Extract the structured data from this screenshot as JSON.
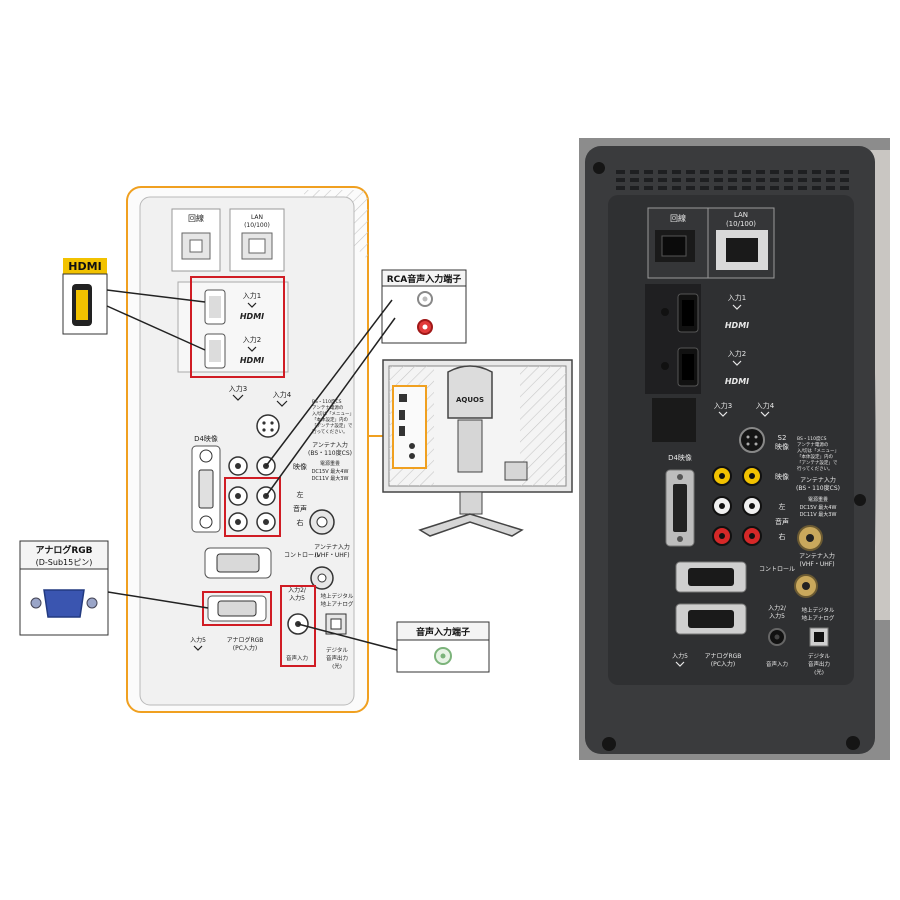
{
  "callouts": {
    "hdmi": "HDMI",
    "rca_audio": "RCA音声入力端子",
    "analog_rgb_line1": "アナログRGB",
    "analog_rgb_line2": "(D-Sub15ピン)",
    "audio_input": "音声入力端子"
  },
  "diagram": {
    "line_port": "回線",
    "lan_port_line1": "LAN",
    "lan_port_line2": "(10/100)",
    "hdmi1_label": "入力1",
    "hdmi2_label": "入力2",
    "hdmi_logo": "HDMI",
    "input3": "入力3",
    "input4": "入力4",
    "d4_label": "D4映像",
    "video_label": "映像",
    "left_label": "左",
    "audio_label": "音声",
    "right_label": "右",
    "antenna_note_lines": [
      "BS・110度CS",
      "アンテナ電源の",
      "入/切は「メニュー」",
      "「本体設定」内の",
      "「アンテナ設定」で",
      "行ってください。"
    ],
    "antenna_bs_line1": "アンテナ入力",
    "antenna_bs_line2": "(BS・110度CS)",
    "power_supply": "電源重畳",
    "power_line1": "DC15V  最大4W",
    "power_line2": "DC11V  最大3W",
    "control": "コントロール",
    "antenna_vhf_line1": "アンテナ入力",
    "antenna_vhf_line2": "(VHF・UHF)",
    "input2_5_line1": "入力2/",
    "input2_5_line2": "入力5",
    "terrestrial_line1": "地上デジタル",
    "terrestrial_line2": "地上アナログ",
    "input5": "入力5",
    "analog_rgb_pc_line1": "アナログRGB",
    "analog_rgb_pc_line2": "(PC入力)",
    "audio_in": "音声入力",
    "digital_out_line1": "デジタル",
    "digital_out_line2": "音声出力",
    "digital_out_line3": "(光)"
  },
  "tv": {
    "brand": "AQUOS"
  },
  "photo": {
    "line_port": "回線",
    "lan_port_line1": "LAN",
    "lan_port_line2": "(10/100)",
    "hdmi1_label": "入力1",
    "hdmi2_label": "入力2",
    "hdmi_logo": "HDMI",
    "input3": "入力3",
    "input4": "入力4",
    "s2_line1": "S2",
    "s2_line2": "映像",
    "d4_label": "D4映像",
    "video_label": "映像",
    "left_label": "左",
    "audio_label": "音声",
    "right_label": "右",
    "antenna_note_lines": [
      "BS・110度CS",
      "アンテナ電源の",
      "入/切は「メニュー」",
      "「本体設定」内の",
      "「アンテナ設定」で",
      "行ってください。"
    ],
    "antenna_bs_line1": "アンテナ入力",
    "antenna_bs_line2": "(BS・110度CS)",
    "power_supply": "電源重畳",
    "power_line1": "DC15V  最大4W",
    "power_line2": "DC11V  最大3W",
    "control": "コントロール",
    "antenna_vhf_line1": "アンテナ入力",
    "antenna_vhf_line2": "(VHF・UHF)",
    "input2_5_line1": "入力2/",
    "input2_5_line2": "入力5",
    "terrestrial_line1": "地上デジタル",
    "terrestrial_line2": "地上アナログ",
    "input5": "入力5",
    "analog_rgb_pc_line1": "アナログRGB",
    "analog_rgb_pc_line2": "(PC入力)",
    "audio_in": "音声入力",
    "digital_out_line1": "デジタル",
    "digital_out_line2": "音声出力",
    "digital_out_line3": "(光)"
  },
  "colors": {
    "callout_red": "#d01c24",
    "panel_orange": "#f0a020",
    "hdmi_yellow": "#f2c200",
    "vga_blue": "#3a55b0",
    "photo_dark": "#3a3b3d"
  }
}
